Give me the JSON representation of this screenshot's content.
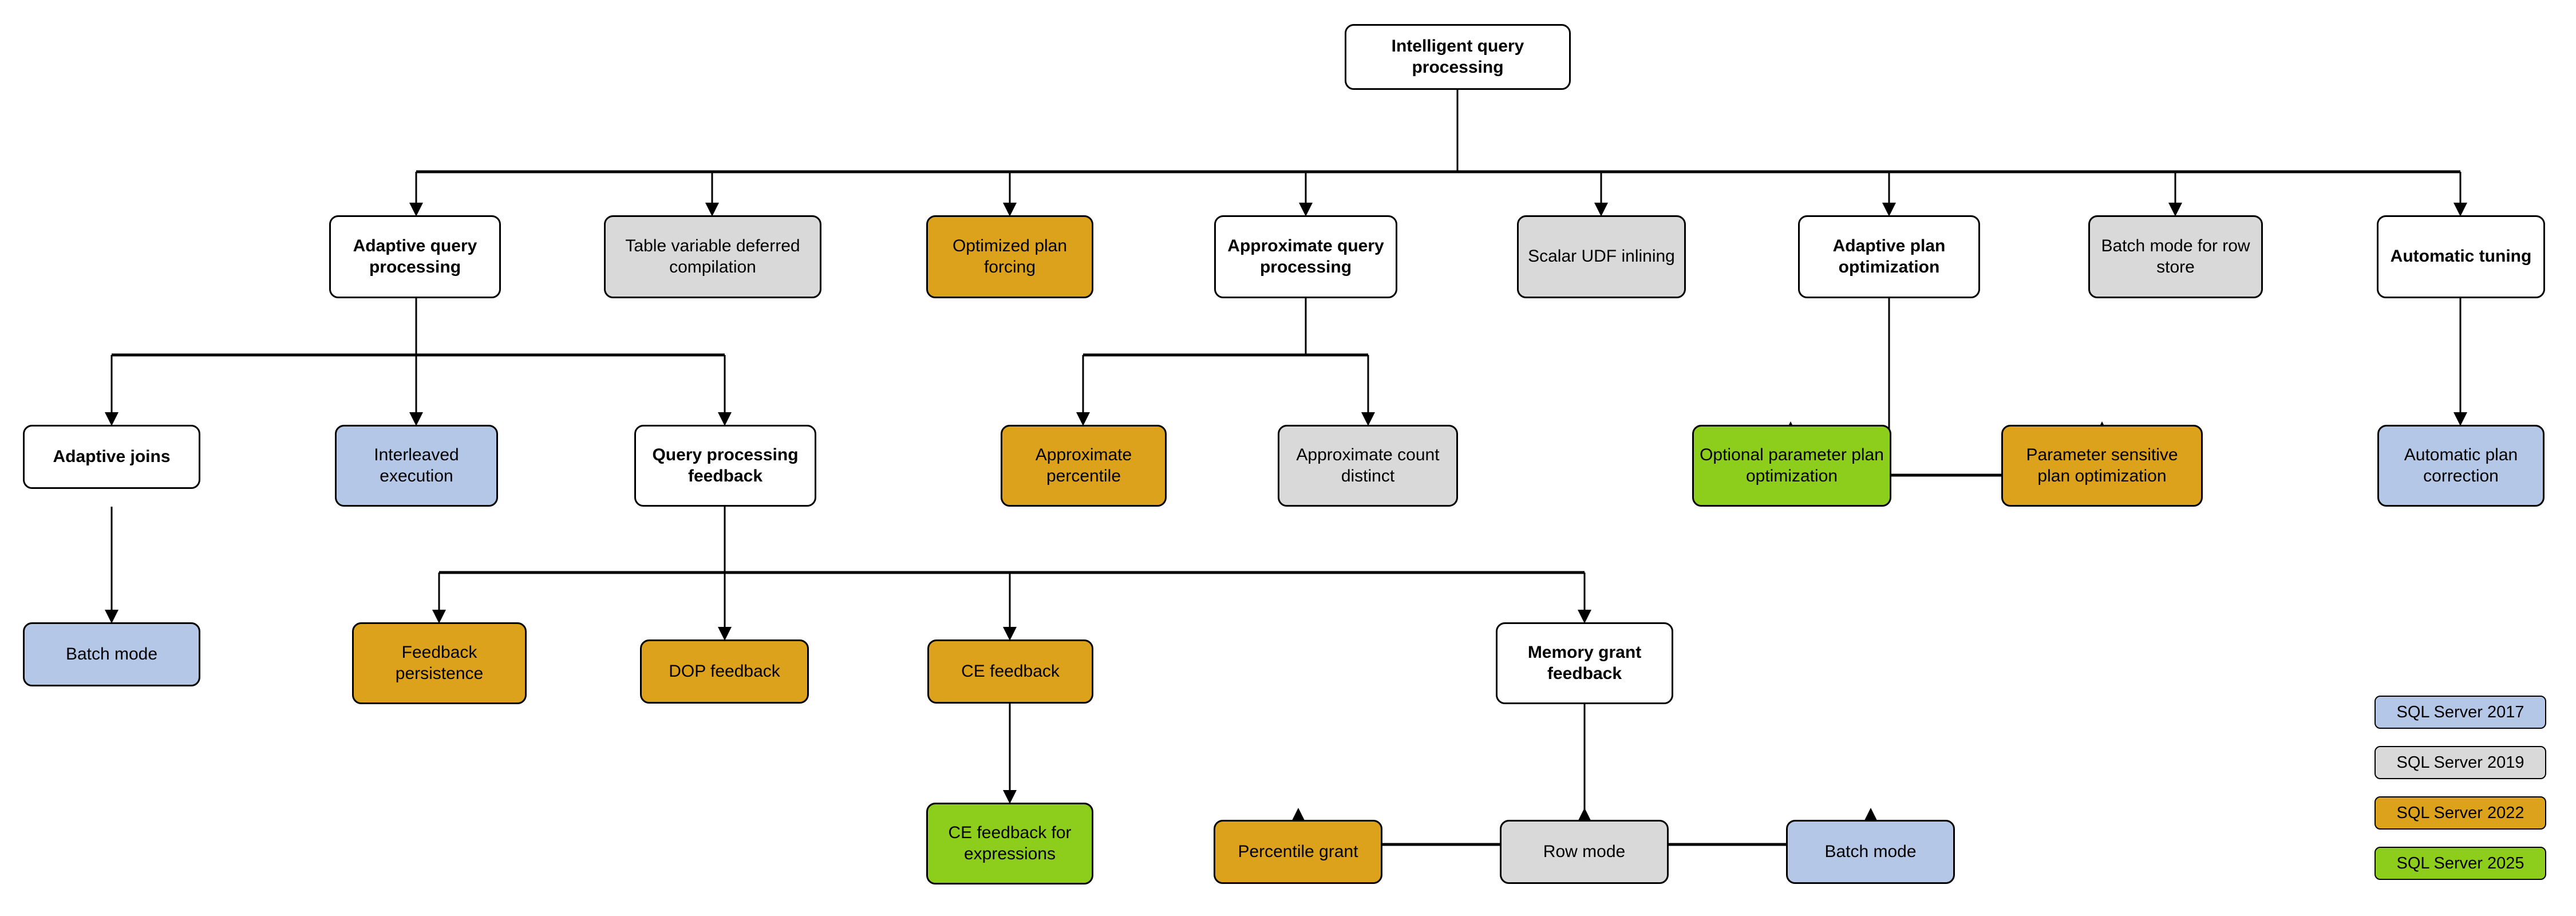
{
  "diagram": {
    "title": "Intelligent query processing",
    "style_colors": {
      "sql_server_2017": "#b4c7e7",
      "sql_server_2019": "#d9d9d9",
      "sql_server_2022": "#dda21b",
      "sql_server_2025": "#8dce1c",
      "neutral": "#ffffff",
      "stroke": "#000000"
    },
    "nodes": {
      "root": "Intelligent query processing",
      "adaptive_query_processing": "Adaptive query processing",
      "table_variable_deferred_compilation": "Table variable deferred compilation",
      "optimized_plan_forcing": "Optimized plan forcing",
      "approximate_query_processing": "Approximate query processing",
      "scalar_udf_inlining": "Scalar UDF inlining",
      "adaptive_plan_optimization": "Adaptive plan optimization",
      "batch_mode_for_row_store": "Batch mode for row store",
      "automatic_tuning": "Automatic tuning",
      "adaptive_joins": "Adaptive joins",
      "interleaved_execution": "Interleaved execution",
      "query_processing_feedback": "Query processing feedback",
      "approximate_percentile": "Approximate percentile",
      "approximate_count_distinct": "Approximate count distinct",
      "optional_parameter_plan_optimization": "Optional parameter plan optimization",
      "parameter_sensitive_plan_optimization": "Parameter sensitive plan optimization",
      "automatic_plan_correction": "Automatic plan correction",
      "batch_mode_adaptive_joins": "Batch mode",
      "feedback_persistence": "Feedback persistence",
      "dop_feedback": "DOP feedback",
      "ce_feedback": "CE feedback",
      "memory_grant_feedback": "Memory grant feedback",
      "ce_feedback_for_expressions": "CE feedback for expressions",
      "percentile_grant": "Percentile grant",
      "row_mode": "Row mode",
      "batch_mode_memory_grant": "Batch mode"
    },
    "legend": {
      "items": [
        {
          "label": "SQL Server 2017",
          "color": "#b4c7e7"
        },
        {
          "label": "SQL Server 2019",
          "color": "#d9d9d9"
        },
        {
          "label": "SQL Server 2022",
          "color": "#dda21b"
        },
        {
          "label": "SQL Server 2025",
          "color": "#8dce1c"
        }
      ]
    }
  }
}
